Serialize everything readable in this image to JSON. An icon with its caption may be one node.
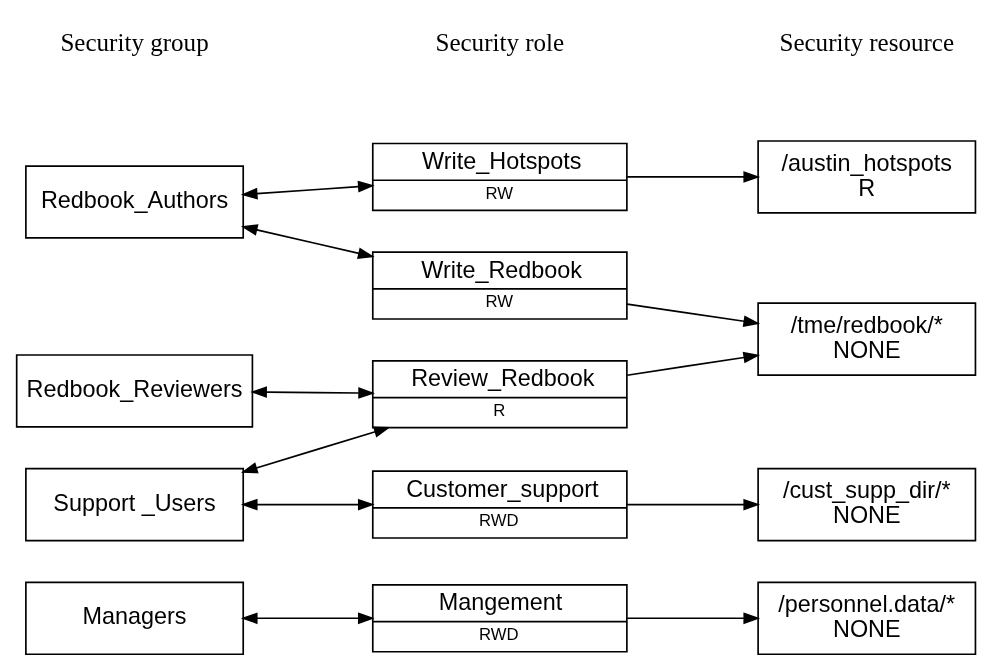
{
  "diagram": {
    "nodes": [
      {
        "text": [
          "Write_Hotspots",
          "RW"
        ]
      },
      {
        "text": [
          "/austin_hotspots",
          "R"
        ]
      },
      {
        "text": [
          "Redbook_Authors"
        ]
      },
      {
        "text": [
          "Write_Redbook",
          "RW"
        ]
      },
      {
        "text": [
          "/tme/redbook/*",
          "NONE"
        ]
      },
      {
        "text": [
          "Redbook_Reviewers"
        ]
      },
      {
        "text": [
          "Review_Redbook",
          "R"
        ]
      },
      {
        "text": [
          "Support _Users"
        ]
      },
      {
        "text": [
          "Customer_support",
          "RWD"
        ]
      },
      {
        "text": [
          "/cust_supp_dir/*",
          "NONE"
        ]
      },
      {
        "text": [
          "Managers"
        ]
      },
      {
        "text": [
          "Mangement",
          "RWD"
        ]
      },
      {
        "text": [
          "/personnel.data/*",
          "NONE"
        ]
      }
    ],
    "edges": [
      {
        "from": 2,
        "to": 0,
        "arrow": "both"
      },
      {
        "from": 0,
        "to": 1,
        "arrow": "to"
      },
      {
        "from": 2,
        "to": 3,
        "arrow": "both"
      },
      {
        "from": 3,
        "to": 4,
        "arrow": "to"
      },
      {
        "from": 5,
        "to": 6,
        "arrow": "both"
      },
      {
        "from": 6,
        "to": 4,
        "arrow": "to"
      },
      {
        "from": 7,
        "to": 6,
        "arrow": "both"
      },
      {
        "from": 7,
        "to": 8,
        "arrow": "both"
      },
      {
        "from": 8,
        "to": 9,
        "arrow": "to"
      },
      {
        "from": 10,
        "to": 11,
        "arrow": "both"
      },
      {
        "from": 11,
        "to": 12,
        "arrow": "to"
      }
    ],
    "labels": [
      "Security group",
      "Security role",
      "Security resource"
    ]
  }
}
